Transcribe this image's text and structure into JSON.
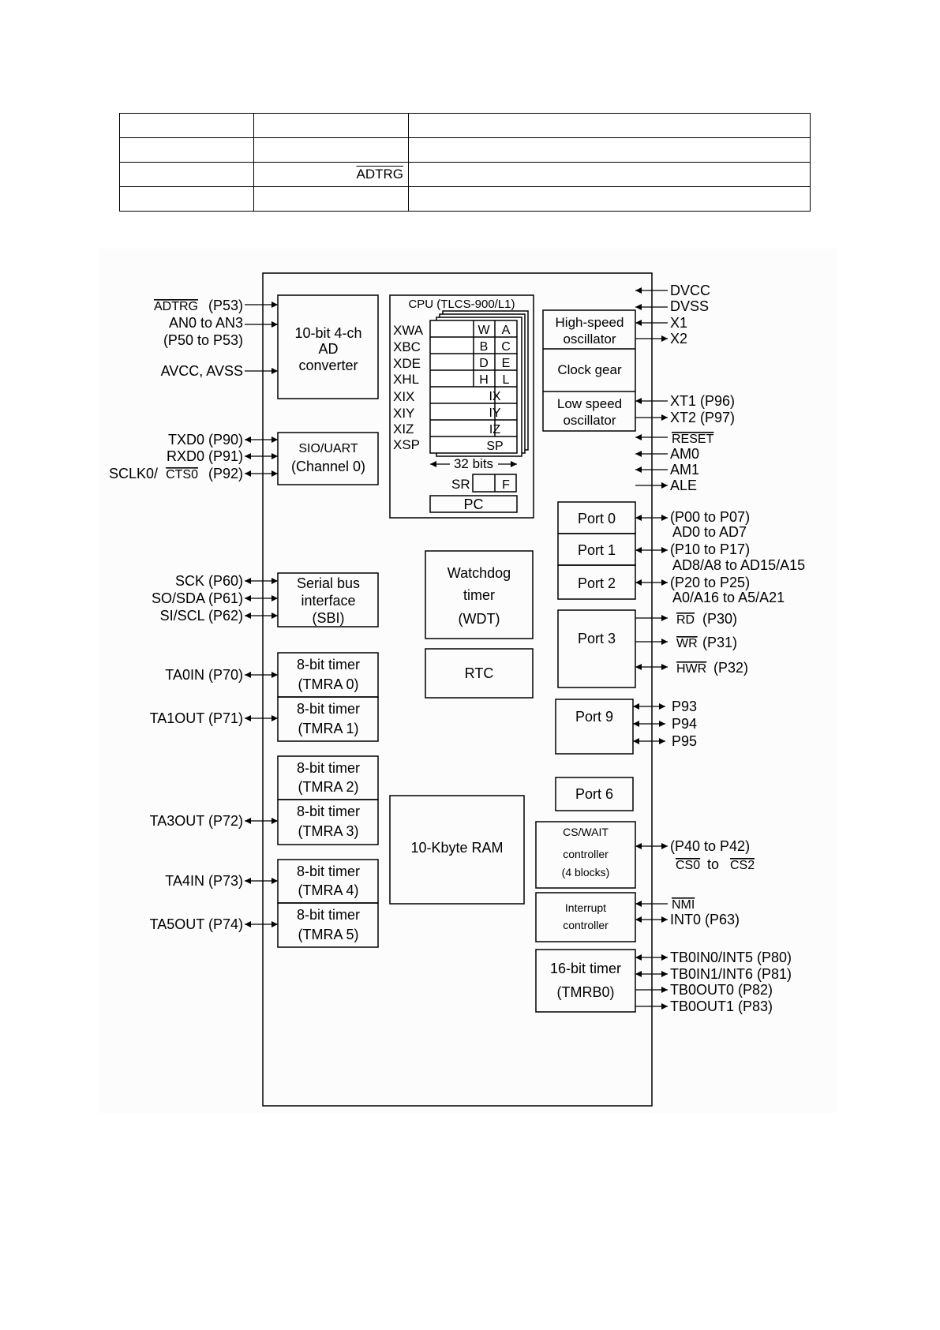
{
  "top_table": {
    "rows": [
      [
        "",
        "",
        ""
      ],
      [
        "",
        "",
        ""
      ],
      [
        "",
        "ADTRG",
        ""
      ],
      [
        "",
        "",
        ""
      ]
    ]
  },
  "chip": {
    "adc": {
      "lines": [
        "10-bit 4-ch",
        "AD",
        "converter"
      ]
    },
    "uart": {
      "lines": [
        "SIO/UART",
        "(Channel 0)"
      ]
    },
    "sbi": {
      "lines": [
        "Serial bus",
        "interface",
        "(SBI)"
      ]
    },
    "timers8": [
      {
        "name": "8-bit timer",
        "id": "(TMRA 0)"
      },
      {
        "name": "8-bit timer",
        "id": "(TMRA 1)"
      },
      {
        "name": "8-bit timer",
        "id": "(TMRA 2)"
      },
      {
        "name": "8-bit timer",
        "id": "(TMRA 3)"
      },
      {
        "name": "8-bit timer",
        "id": "(TMRA 4)"
      },
      {
        "name": "8-bit timer",
        "id": "(TMRA 5)"
      }
    ],
    "cpu": {
      "title": "CPU (TLCS-900/L1)",
      "regs": [
        "XWA",
        "XBC",
        "XDE",
        "XHL",
        "XIX",
        "XIY",
        "XIZ",
        "XSP"
      ],
      "sub": [
        [
          "W",
          "A"
        ],
        [
          "B",
          "C"
        ],
        [
          "D",
          "E"
        ],
        [
          "H",
          "L"
        ],
        [
          "IX"
        ],
        [
          "IY"
        ],
        [
          "IZ"
        ],
        [
          "SP"
        ]
      ],
      "bits": "32 bits",
      "sr": "SR",
      "f": "F",
      "pc": "PC"
    },
    "wdt": {
      "lines": [
        "Watchdog",
        "timer",
        "(WDT)"
      ]
    },
    "rtc": "RTC",
    "ram": "10-Kbyte RAM",
    "hs_osc": {
      "lines": [
        "High-speed",
        "oscillator"
      ]
    },
    "clock_gear": "Clock gear",
    "ls_osc": {
      "lines": [
        "Low speed",
        "oscillator"
      ]
    },
    "ports": {
      "p0": "Port 0",
      "p1": "Port 1",
      "p2": "Port 2",
      "p3": "Port 3",
      "p9": "Port 9",
      "p6": "Port 6"
    },
    "cswait": {
      "lines": [
        "CS/WAIT",
        "controller",
        "(4 blocks)"
      ]
    },
    "intc": {
      "lines": [
        "Interrupt",
        "controller"
      ]
    },
    "tmrb": {
      "lines": [
        "16-bit timer",
        "(TMRB0)"
      ]
    }
  },
  "left_pins": {
    "adtrg": "ADTRG",
    "adtrg_port": "(P53)",
    "an": "AN0 to AN3",
    "an_ports": "(P50 to P53)",
    "avcc": "AVCC, AVSS",
    "txd0": "TXD0 (P90)",
    "rxd0": "RXD0 (P91)",
    "sclk0": "SCLK0/",
    "cts0": "CTS0",
    "sclk0_port": "(P92)",
    "sck": "SCK (P60)",
    "sosda": "SO/SDA (P61)",
    "siscl": "SI/SCL (P62)",
    "ta0in": "TA0IN (P70)",
    "ta1out": "TA1OUT (P71)",
    "ta3out": "TA3OUT (P72)",
    "ta4in": "TA4IN (P73)",
    "ta5out": "TA5OUT (P74)"
  },
  "right_pins": {
    "dvcc": "DVCC",
    "dvss": "DVSS",
    "x1": "X1",
    "x2": "X2",
    "xt1": "XT1 (P96)",
    "xt2": "XT2 (P97)",
    "reset": "RESET",
    "am0": "AM0",
    "am1": "AM1",
    "ale": "ALE",
    "p0_a": "(P00 to P07)",
    "p0_b": "AD0 to AD7",
    "p1_a": "(P10 to P17)",
    "p1_b": "AD8/A8 to AD15/A15",
    "p2_a": "(P20 to P25)",
    "p2_b": "A0/A16 to A5/A21",
    "rd": "RD",
    "rd_port": "(P30)",
    "wr": "WR",
    "wr_port": "(P31)",
    "hwr": "HWR",
    "hwr_port": "(P32)",
    "p93": "P93",
    "p94": "P94",
    "p95": "P95",
    "cs_a": "(P40 to P42)",
    "cs0": "CS0",
    "cs_to": "to",
    "cs2": "CS2",
    "nmi": "NMI",
    "int0": "INT0 (P63)",
    "tb0in0": "TB0IN0/INT5 (P80)",
    "tb0in1": "TB0IN1/INT6 (P81)",
    "tb0out0": "TB0OUT0 (P82)",
    "tb0out1": "TB0OUT1 (P83)"
  }
}
